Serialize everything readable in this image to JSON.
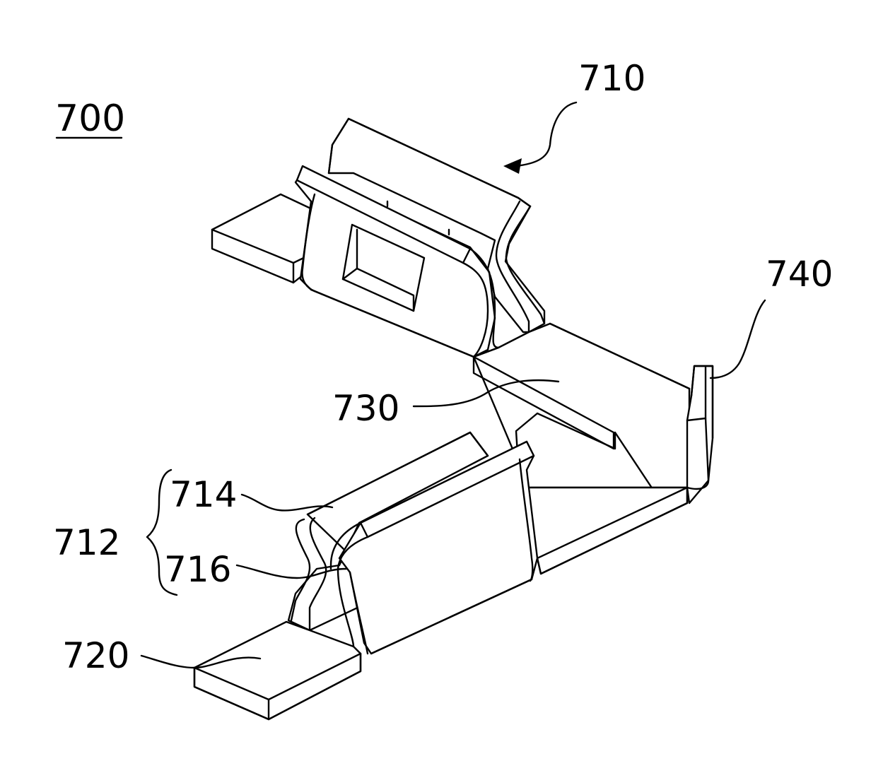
{
  "figure": {
    "number": "700",
    "labels": {
      "l710": "710",
      "l740": "740",
      "l730": "730",
      "l714": "714",
      "l712": "712",
      "l716": "716",
      "l720": "720"
    }
  }
}
